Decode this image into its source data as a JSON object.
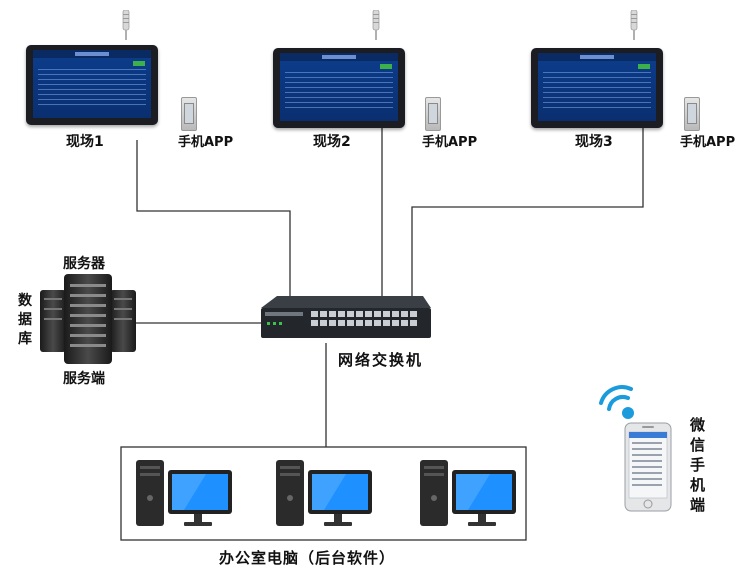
{
  "sites": [
    {
      "label": "现场1"
    },
    {
      "label": "现场2"
    },
    {
      "label": "现场3"
    }
  ],
  "mobile_app_label": "手机APP",
  "server": {
    "top_label": "服务器",
    "bottom_label": "服务端",
    "side_label": "数据库"
  },
  "switch_label": "网络交换机",
  "office_label": "办公室电脑（后台软件）",
  "wechat_label": "微信手机端",
  "colors": {
    "line": "#333333",
    "screen": "#0c3d8c",
    "monitor": "#1e90ff",
    "tower": "#2b2b2b"
  }
}
